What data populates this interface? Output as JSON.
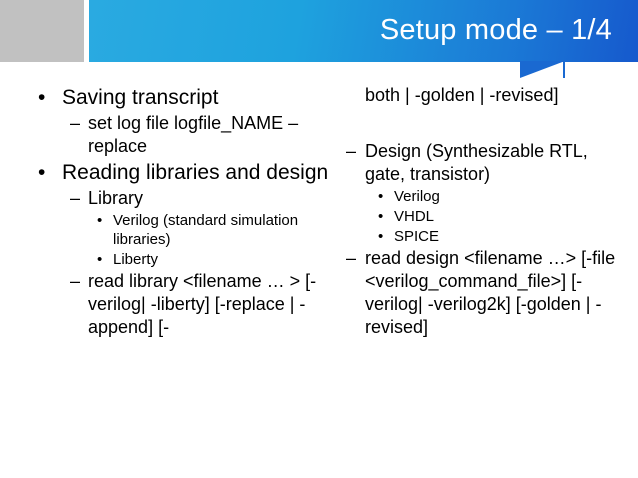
{
  "slide": {
    "title": "Setup mode – 1/4",
    "colors": {
      "banner_light": "#2aaae1",
      "banner_dark": "#1659cd",
      "gray_block": "#c1c1c1",
      "title_text": "#ffffff",
      "body_text": "#000000",
      "background": "#ffffff"
    },
    "markers": {
      "level1": "•",
      "level2": "–",
      "level3": "•"
    },
    "left_column": [
      {
        "level": 1,
        "text": "Saving transcript"
      },
      {
        "level": 2,
        "text": " set log file logfile_NAME –replace"
      },
      {
        "level": 1,
        "text": "Reading libraries and design"
      },
      {
        "level": 2,
        "text": "Library"
      },
      {
        "level": 3,
        "text": "Verilog (standard simulation libraries)"
      },
      {
        "level": 3,
        "text": "Liberty"
      },
      {
        "level": 2,
        "text": "read library <filename … > [-verilog| -liberty] [-replace | -append]  [-"
      }
    ],
    "right_column": [
      {
        "level": 2,
        "text": "both | -golden | -revised]",
        "continuation": true
      },
      {
        "level": 2,
        "text": "Design (Synthesizable RTL, gate, transistor)"
      },
      {
        "level": 3,
        "text": "Verilog"
      },
      {
        "level": 3,
        "text": "VHDL"
      },
      {
        "level": 3,
        "text": "SPICE"
      },
      {
        "level": 2,
        "text": "read design <filename …> [-file <verilog_command_file>] [-verilog| -verilog2k] [-golden | -revised]"
      }
    ]
  }
}
